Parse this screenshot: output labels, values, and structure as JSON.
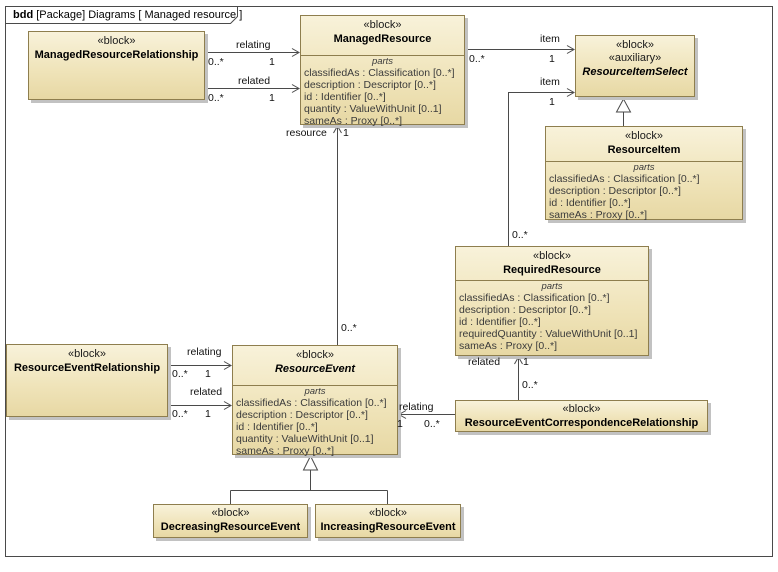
{
  "frame": {
    "keyword": "bdd",
    "title": " [Package] Diagrams [ Managed resource ]"
  },
  "blocks": {
    "managedResourceRelationship": {
      "stereotype": "«block»",
      "name": "ManagedResourceRelationship"
    },
    "managedResource": {
      "stereotype": "«block»",
      "name": "ManagedResource",
      "parts_label": "parts",
      "attrs": [
        "classifiedAs : Classification [0..*]",
        "description : Descriptor [0..*]",
        "id : Identifier [0..*]",
        "quantity : ValueWithUnit [0..1]",
        "sameAs : Proxy [0..*]"
      ]
    },
    "resourceItemSelect": {
      "stereotype": "«block»",
      "stereotype2": "«auxiliary»",
      "name": "ResourceItemSelect"
    },
    "resourceItem": {
      "stereotype": "«block»",
      "name": "ResourceItem",
      "parts_label": "parts",
      "attrs": [
        "classifiedAs : Classification [0..*]",
        "description : Descriptor [0..*]",
        "id : Identifier [0..*]",
        "sameAs : Proxy [0..*]"
      ]
    },
    "requiredResource": {
      "stereotype": "«block»",
      "name": "RequiredResource",
      "parts_label": "parts",
      "attrs": [
        "classifiedAs : Classification [0..*]",
        "description : Descriptor [0..*]",
        "id : Identifier [0..*]",
        "requiredQuantity : ValueWithUnit [0..1]",
        "sameAs : Proxy [0..*]"
      ]
    },
    "resourceEventRelationship": {
      "stereotype": "«block»",
      "name": "ResourceEventRelationship"
    },
    "resourceEvent": {
      "stereotype": "«block»",
      "name": "ResourceEvent",
      "parts_label": "parts",
      "attrs": [
        "classifiedAs : Classification [0..*]",
        "description : Descriptor [0..*]",
        "id : Identifier [0..*]",
        "quantity : ValueWithUnit [0..1]",
        "sameAs : Proxy [0..*]"
      ]
    },
    "resourceEventCorrespondenceRelationship": {
      "stereotype": "«block»",
      "name": "ResourceEventCorrespondenceRelationship"
    },
    "decreasingResourceEvent": {
      "stereotype": "«block»",
      "name": "DecreasingResourceEvent"
    },
    "increasingResourceEvent": {
      "stereotype": "«block»",
      "name": "IncreasingResourceEvent"
    }
  },
  "edges": {
    "mrr_relating": {
      "label": "relating",
      "src_mult": "0..*",
      "tgt_mult": "1"
    },
    "mrr_related": {
      "label": "related",
      "src_mult": "0..*",
      "tgt_mult": "1"
    },
    "mr_item": {
      "label": "item",
      "src_mult": "0..*",
      "tgt_mult": "1"
    },
    "rr_item": {
      "label": "item",
      "src_mult": "0..*",
      "tgt_mult": "1"
    },
    "re_resource": {
      "label": "resource",
      "src_mult": "0..*",
      "tgt_mult": "1"
    },
    "rer_relating": {
      "label": "relating",
      "src_mult": "0..*",
      "tgt_mult": "1"
    },
    "rer_related": {
      "label": "related",
      "src_mult": "0..*",
      "tgt_mult": "1"
    },
    "recr_relating": {
      "label": "relating",
      "src_mult": "0..*",
      "tgt_mult": "1"
    },
    "recr_related": {
      "label": "related",
      "src_mult": "0..*",
      "tgt_mult": "1"
    }
  },
  "colors": {
    "block_fill_top": "#f8f2da",
    "block_fill_bottom": "#e7d8a4",
    "block_border": "#8e7e4e",
    "wire": "#4a4a4a"
  }
}
